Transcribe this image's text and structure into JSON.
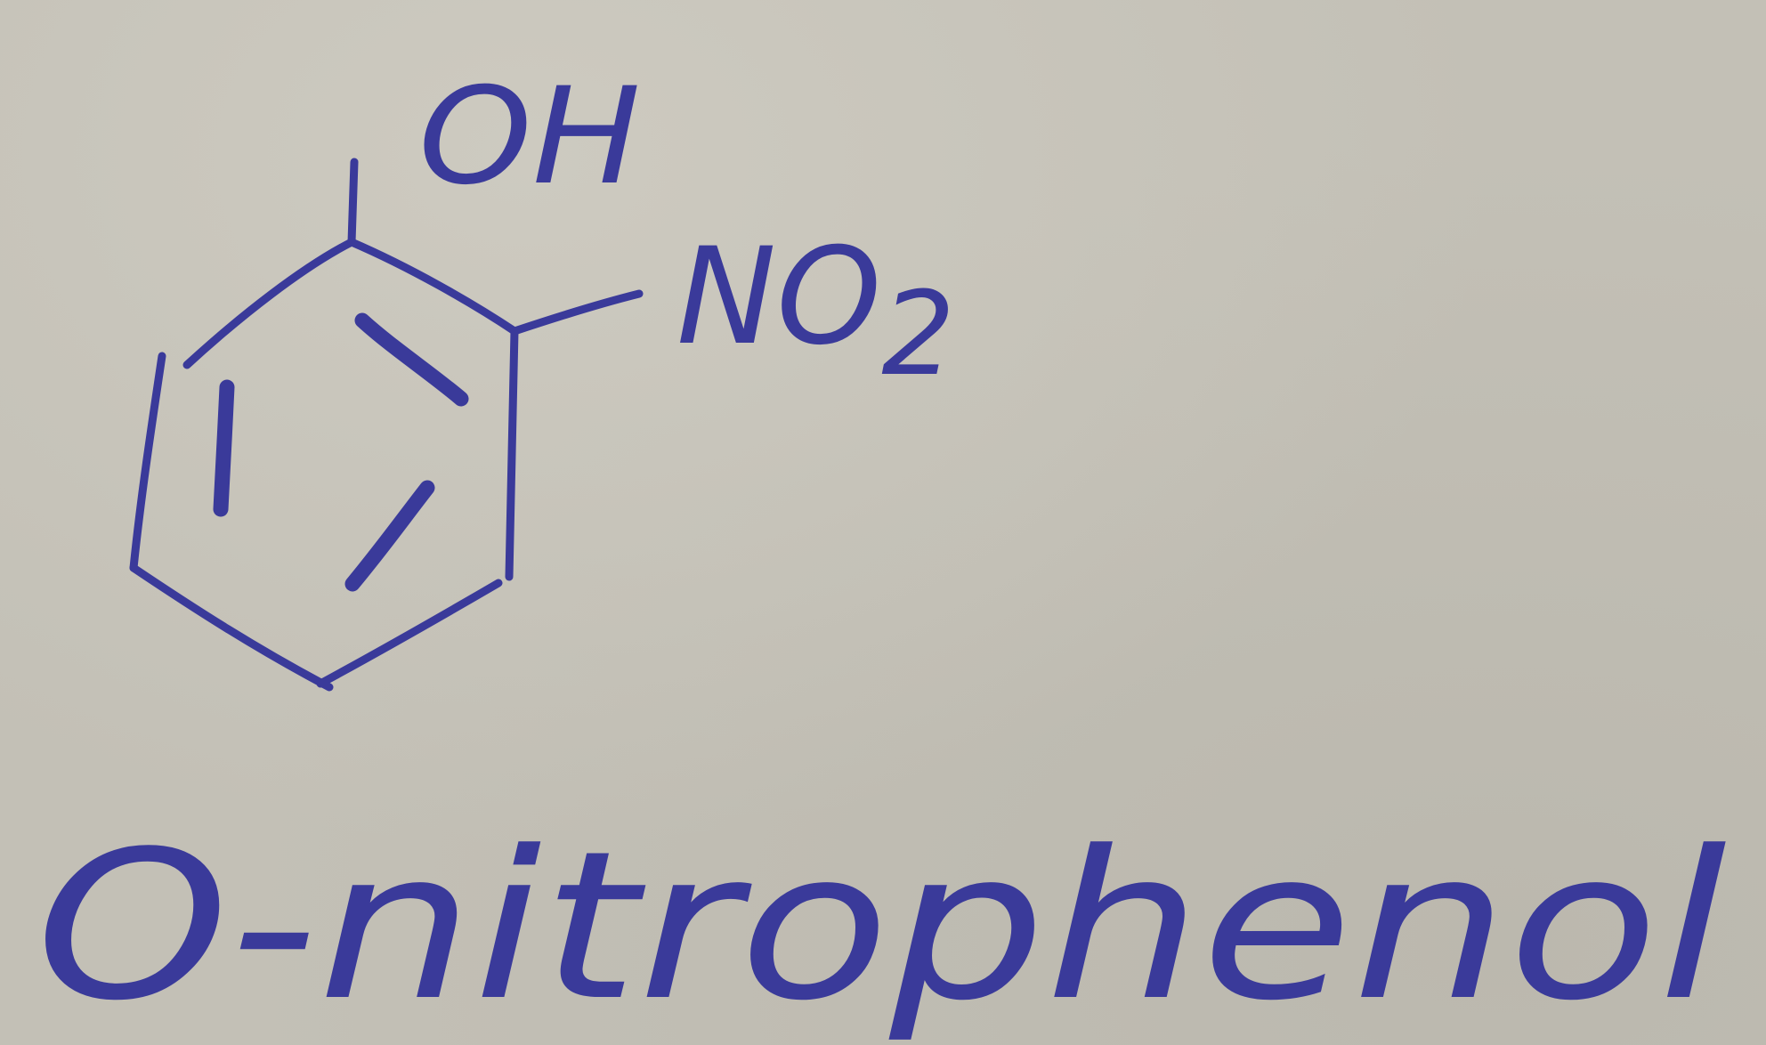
{
  "diagram": {
    "compound_name": "O-nitrophenol",
    "substituents": {
      "hydroxyl": "OH",
      "nitro": "NO2"
    },
    "structure": "benzene-ring",
    "ink_color": "#3a3a9a",
    "paper_color": "#c3c0b6"
  }
}
